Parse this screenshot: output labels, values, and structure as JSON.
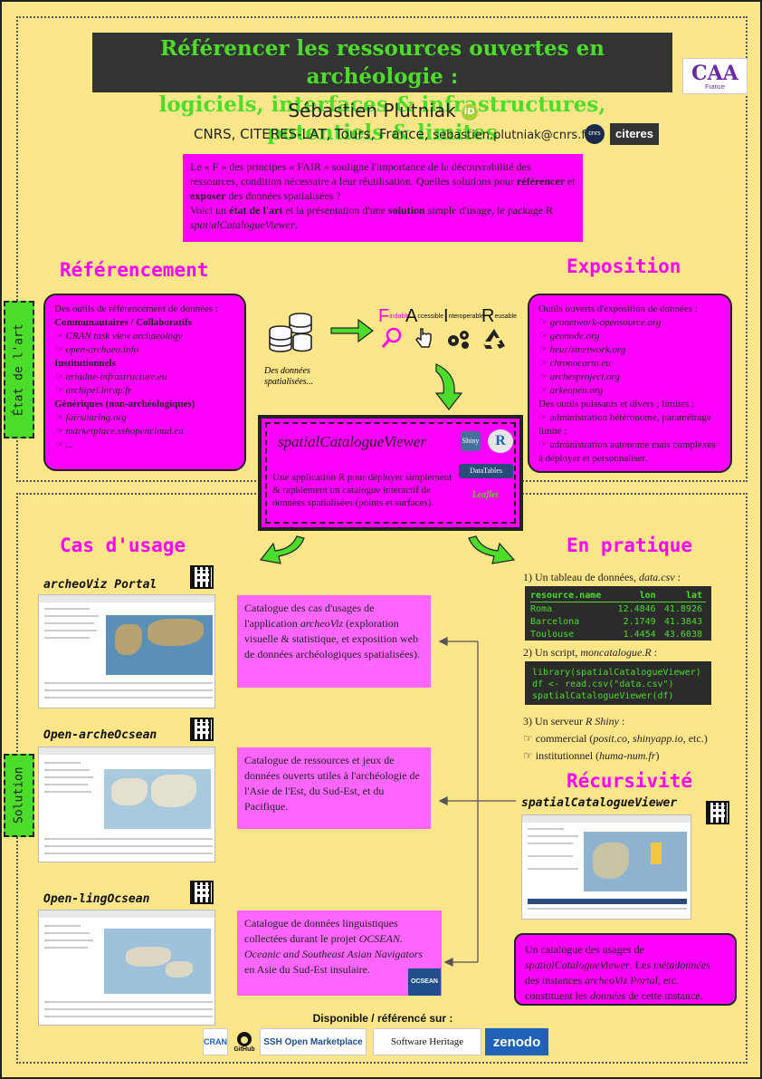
{
  "header": {
    "title_line1": "Référencer les ressources ouvertes en archéologie :",
    "title_line2": "logiciels, interfaces & infrastructures, potentiels & limites",
    "author": "Sébastien Plutniak",
    "affiliation": "CNRS, CITERES-LAT, Tours, France,",
    "email": "sebastien.plutniak@cnrs.fr",
    "caa_logo": "CAA",
    "caa_sub": "France",
    "orcid": "iD",
    "cnrs_logo": "cnrs",
    "citeres_logo": "citeres"
  },
  "intro": {
    "p1a": "Le « F » des principes « FAIR » souligne l'importance de la découvrabilité des ressources, condition nécessaire à leur réutilisation. Quelles solutions pour ",
    "p1b": "référencer",
    "p1c": " et ",
    "p1d": "exposer",
    "p1e": " des données spatialisées ?",
    "p2a": "Voici un ",
    "p2b": "état de l'art",
    "p2c": " et la présentation d'une ",
    "p2d": "solution",
    "p2e": " simple d'usage, le package R ",
    "p2f": "spatialCatalogueViewer",
    "p2g": "."
  },
  "side_tabs": {
    "top": "État de l'art",
    "bottom": "Solution"
  },
  "referencement": {
    "title": "Référencement",
    "intro": "Des outils de référencement de données :",
    "h1": "Communautaires / Collaboratifs",
    "i1": "☞ CRAN task view archaeology",
    "i2": "☞ open-archaeo.info",
    "h2": "Institutionnels",
    "i3": "☞ ariadne-infrastructure.eu",
    "i4": "☞ archipel.inrap.fr",
    "h3": "Génériques (non-archéologiques)",
    "i5": "☞ fairsharing.org",
    "i6": "☞ marketplace.sshopencloud.eu",
    "i7": "☞ ..."
  },
  "exposition": {
    "title": "Exposition",
    "intro": "Outils ouverts d'exposition de données :",
    "i1": "☞ geonetwork-opensource.org",
    "i2": "☞ geonode.org",
    "i3": "☞ heuristnetwork.org",
    "i4": "☞ chronocarto.eu",
    "i5": "☞ archesproject.org",
    "i6": "☞ arkeopen.org",
    "l1": "Des outils puissants et divers ; limites :",
    "l2": "☞ administration hétéronome, paramétrage limité ;",
    "l3": "☞ administration autonome mais complexes à déployer et personnaliser."
  },
  "fair": {
    "data_label": "Des données spatialisées...",
    "f": "F",
    "f_sub": "indable",
    "a": "A",
    "a_sub": "ccessible",
    "i": "I",
    "i_sub": "nteroperable",
    "r": "R",
    "r_sub": "eusable"
  },
  "scv": {
    "title": "spatialCatalogueViewer",
    "desc": "Une application R pour déployer simplement & rapidement un catalogue interactif de données spatialisées (points et surfaces).",
    "logo_shiny": "Shiny",
    "logo_r": "R",
    "logo_dt": "DataTables",
    "logo_leaflet": "Leaflet"
  },
  "usage": {
    "title": "Cas d'usage",
    "case1_title": "archeoViz Portal",
    "case1_a": "Catalogue des cas d'usages de l'application ",
    "case1_b": "archeoViz",
    "case1_c": " (exploration visuelle & statistique, et exposition web de données archéologiques spatialisées).",
    "case2_title": "Open-archeOcsean",
    "case2_text": "Catalogue de ressources et jeux de données ouverts utiles à l'archéologie de l'Asie de l'Est, du Sud-Est, et du Pacifique.",
    "case3_title": "Open-lingOcsean",
    "case3_a": "Catalogue de données linguistiques collectées durant le projet ",
    "case3_b": "OCSEAN. Oceanic and Southeast Asian Navigators",
    "case3_c": " en Asie du Sud-Est insulaire.",
    "ocsean_logo": "OCSEAN"
  },
  "practice": {
    "title": "En pratique",
    "s1a": "1) Un tableau de données, ",
    "s1b": "data.csv",
    "s1c": " :",
    "table_headers": [
      "resource.name",
      "lon",
      "lat"
    ],
    "table_rows": [
      [
        "Roma",
        "12.4846",
        "41.8926"
      ],
      [
        "Barcelona",
        "2.1749",
        "41.3843"
      ],
      [
        "Toulouse",
        "1.4454",
        "43.6038"
      ]
    ],
    "s2a": "2) Un script, ",
    "s2b": "moncatalogue.R",
    "s2c": " :",
    "code1": "library(spatialCatalogueViewer)",
    "code2": "df <- read.csv(\"data.csv\")",
    "code3": "spatialCatalogueViewer(df)",
    "s3a": "3) Un serveur ",
    "s3b": "R Shiny",
    "s3c": " :",
    "c1a": "☞ commercial (",
    "c1b": "posit.co, shinyapp.io",
    "c1c": ", etc.)",
    "c2a": "☞ institutionnel (",
    "c2b": "huma-num.fr",
    "c2c": ")"
  },
  "recursivite": {
    "title": "Récursivité",
    "subtitle": "spatialCatalogueViewer",
    "t1": "Un catalogue des usages de ",
    "t2": "spatialCatalogueViewer",
    "t3": ". Les ",
    "t4": "métadonnées",
    "t5": " des instances ",
    "t6": "archeoViz Portal",
    "t7": ", etc. constituent les ",
    "t8": "données",
    "t9": " de cette instance."
  },
  "footer": {
    "available": "Disponible / référencé sur :",
    "logos": [
      "CRAN",
      "GitHub",
      "SSH Open Marketplace",
      "Software Heritage",
      "zenodo"
    ]
  },
  "colors": {
    "magenta": "#ff00ff",
    "green": "#4cdc2a",
    "background": "#fde58a"
  }
}
